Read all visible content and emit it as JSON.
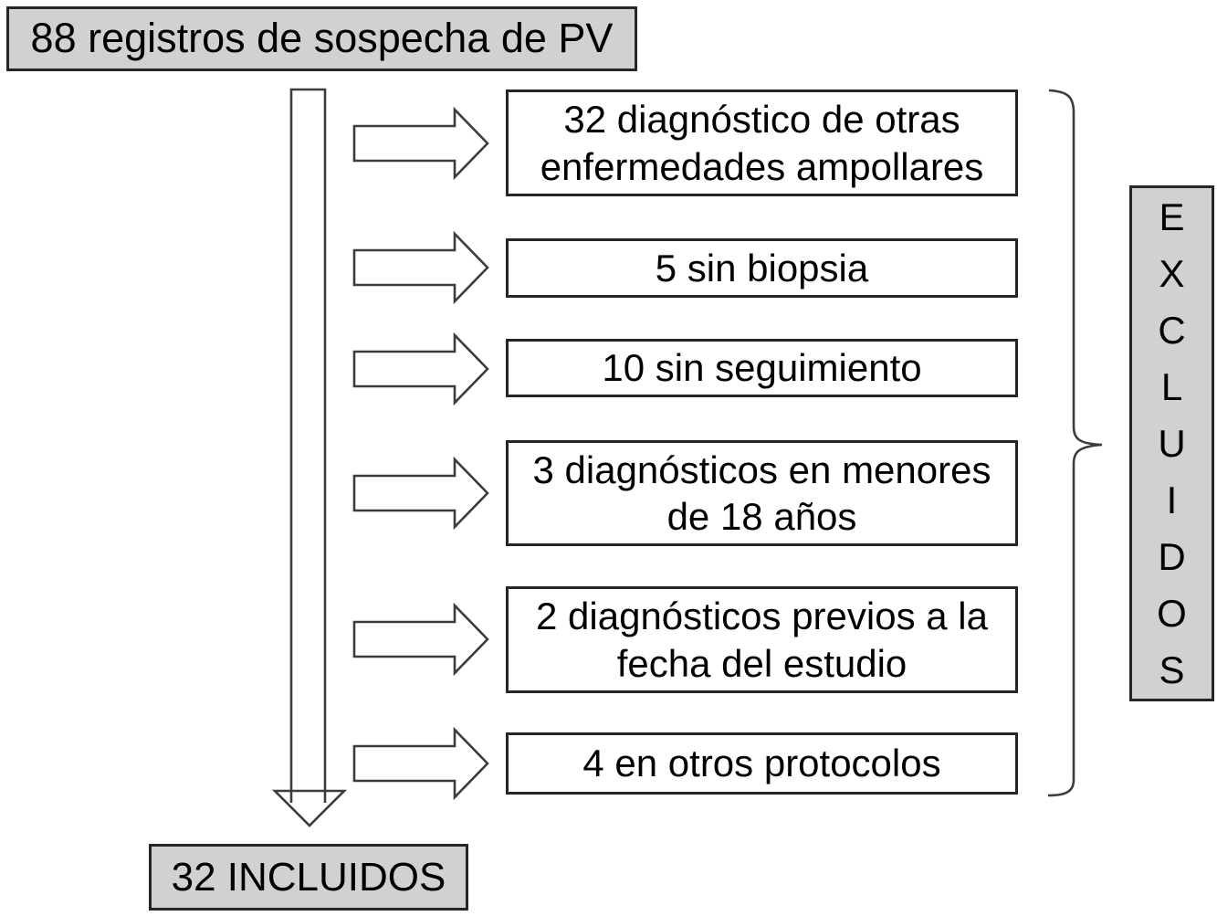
{
  "flowchart": {
    "start": {
      "label": "88 registros de sospecha de PV"
    },
    "exclusions": [
      {
        "label": "32 diagnóstico de otras\nenfermedades ampollares"
      },
      {
        "label": "5 sin biopsia"
      },
      {
        "label": "10 sin seguimiento"
      },
      {
        "label": "3 diagnósticos en menores\nde 18 años"
      },
      {
        "label": "2 diagnósticos previos a la\nfecha del estudio"
      },
      {
        "label": "4 en otros protocolos"
      }
    ],
    "excluded_group_label": "EXCLUIDOS",
    "result": {
      "label": "32 INCLUIDOS"
    }
  },
  "icons": [
    {
      "name": "down-block-arrow",
      "meaning": "main flow from registry to included"
    },
    {
      "name": "right-block-arrow",
      "meaning": "exclusion branch"
    },
    {
      "name": "grouping-brace",
      "meaning": "groups the six exclusion boxes"
    }
  ],
  "colors": {
    "box_fill_gray": "#d1d1d1",
    "box_border": "#262626",
    "arrow_stroke": "#3c3c3c",
    "text": "#000000",
    "background": "#ffffff"
  }
}
